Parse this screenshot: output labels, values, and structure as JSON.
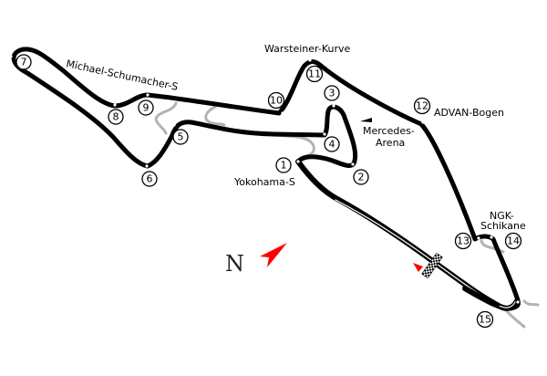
{
  "map": {
    "title": "Nürburgring GP-Strecke",
    "turns": [
      "1",
      "2",
      "3",
      "4",
      "5",
      "6",
      "7",
      "8",
      "9",
      "10",
      "11",
      "12",
      "13",
      "14",
      "15"
    ],
    "labels": {
      "michael_schumacher_s": "Michael-Schumacher-S",
      "warsteiner_kurve": "Warsteiner-Kurve",
      "advan_bogen": "ADVAN-Bogen",
      "mercedes_arena_line1": "Mercedes-",
      "mercedes_arena_line2": "Arena",
      "yokohama_s": "Yokohama-S",
      "ngk_schikane_line1": "NGK-",
      "ngk_schikane_line2": "Schikane"
    },
    "north_label": "N",
    "colors": {
      "track": "#000000",
      "runoff": "#b3b3b3",
      "direction_arrow": "#ff0000",
      "background": "#ffffff"
    },
    "icons": [
      "north-arrow-icon",
      "start-finish-flag-icon",
      "direction-arrow-icon",
      "pit-marker-icon"
    ]
  }
}
